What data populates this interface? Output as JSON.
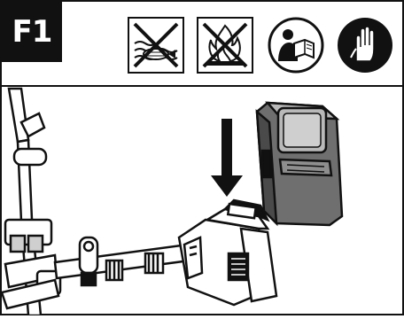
{
  "figure": {
    "label": "F1"
  },
  "icons": [
    {
      "name": "no-water-immersion-icon",
      "kind": "prohibition"
    },
    {
      "name": "no-fire-icon",
      "kind": "prohibition"
    },
    {
      "name": "read-manual-icon",
      "kind": "instruction"
    },
    {
      "name": "wear-gloves-icon",
      "kind": "instruction"
    }
  ],
  "colors": {
    "ink": "#111111",
    "paper": "#ffffff",
    "battery_gray": "#6f6f6f",
    "battery_light": "#b9b9b9"
  }
}
